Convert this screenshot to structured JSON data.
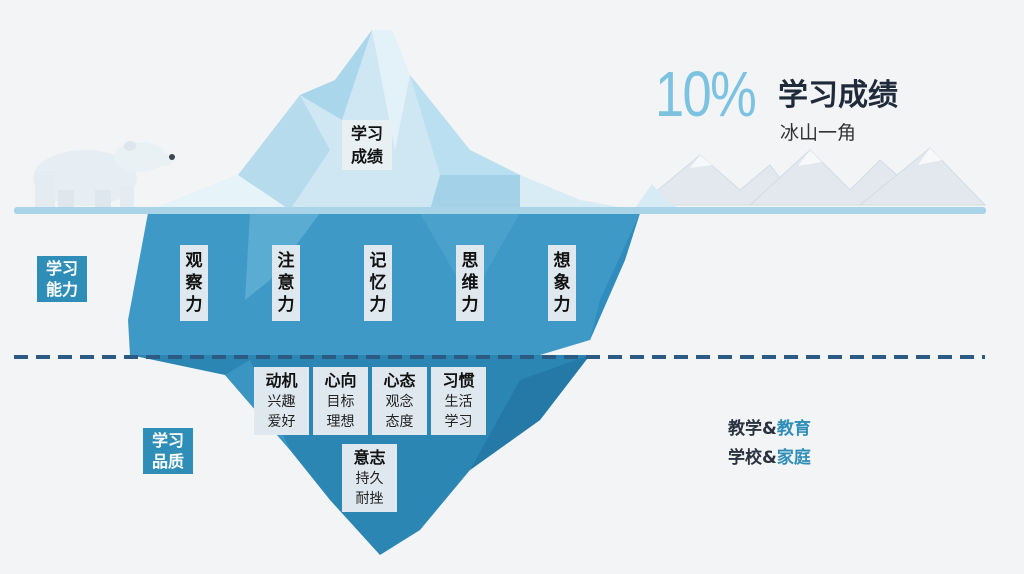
{
  "stat": {
    "percent": "10%",
    "title": "学习成绩",
    "subtitle": "冰山一角"
  },
  "tip": {
    "label": "学习\n成绩"
  },
  "ability": {
    "section_label": "学习\n能力",
    "items": [
      {
        "chars": [
          "观",
          "察",
          "力"
        ]
      },
      {
        "chars": [
          "注",
          "意",
          "力"
        ]
      },
      {
        "chars": [
          "记",
          "忆",
          "力"
        ]
      },
      {
        "chars": [
          "思",
          "维",
          "力"
        ]
      },
      {
        "chars": [
          "想",
          "象",
          "力"
        ]
      }
    ]
  },
  "quality": {
    "section_label": "学习\n品质",
    "traits": [
      {
        "title": "动机",
        "line1": "兴趣",
        "line2": "爱好"
      },
      {
        "title": "心向",
        "line1": "目标",
        "line2": "理想"
      },
      {
        "title": "心态",
        "line1": "观念",
        "line2": "态度"
      },
      {
        "title": "习惯",
        "line1": "生活",
        "line2": "学习"
      },
      {
        "title": "意志",
        "line1": "持久",
        "line2": "耐挫"
      }
    ]
  },
  "support": {
    "line1": {
      "a": "教学&",
      "b": "教育"
    },
    "line2": {
      "a": "学校&",
      "b": "家庭"
    }
  },
  "colors": {
    "water_line": "#a9d3e6",
    "berg_light": "#d9edf6",
    "berg_mid": "#9fd0e6",
    "berg_under": "#3f99c6",
    "berg_deep": "#2b86b4",
    "label_blue": "#2f8eb7",
    "dashed": "#2b5b82"
  }
}
